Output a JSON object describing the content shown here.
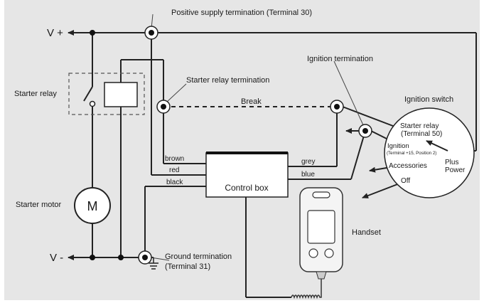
{
  "labels": {
    "v_plus": "V +",
    "v_minus": "V -",
    "positive_supply": "Positive supply termination (Terminal 30)",
    "starter_relay_termination": "Starter relay termination",
    "starter_relay": "Starter relay",
    "break": "Break",
    "ignition_termination": "Ignition termination",
    "ignition_switch": "Ignition switch",
    "starter_relay_terminal_line1": "Starter relay",
    "starter_relay_terminal_line2": "(Terminal 50)",
    "ignition": "Ignition",
    "ignition_terminal": "(Terminal +15, Position 2)",
    "accessories": "Accessories",
    "off": "Off",
    "plus_power_line1": "Plus",
    "plus_power_line2": "Power",
    "wire_brown": "brown",
    "wire_red": "red",
    "wire_black": "black",
    "wire_grey": "grey",
    "wire_blue": "blue",
    "control_box": "Control box",
    "starter_motor": "Starter motor",
    "motor_symbol": "M",
    "handset": "Handset",
    "ground_termination_line1": "Ground termination",
    "ground_termination_line2": "(Terminal 31)"
  }
}
